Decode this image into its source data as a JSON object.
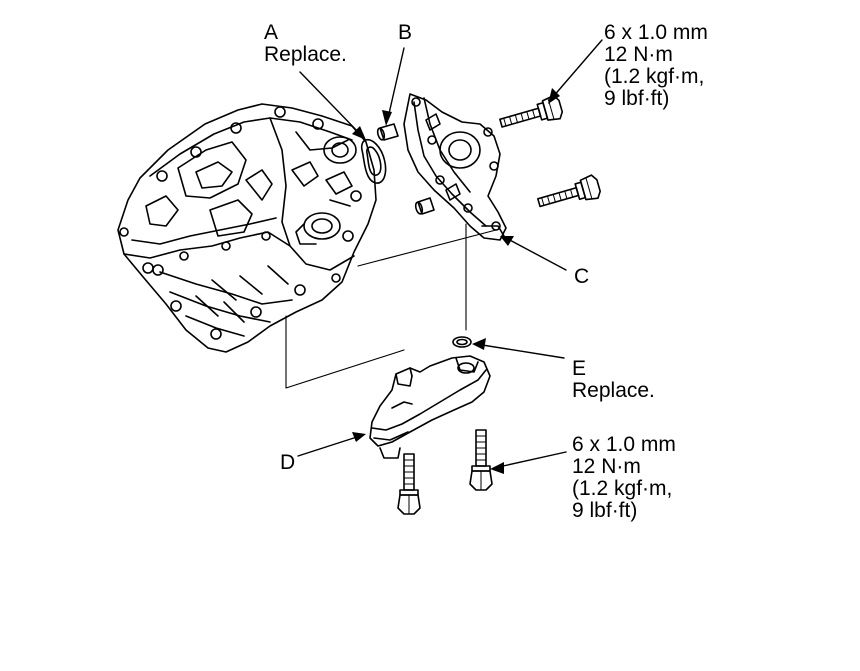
{
  "callouts": {
    "a": {
      "letter": "A",
      "note": "Replace."
    },
    "b": {
      "letter": "B"
    },
    "c": {
      "letter": "C"
    },
    "d": {
      "letter": "D"
    },
    "e": {
      "letter": "E",
      "note": "Replace."
    }
  },
  "torque_top": {
    "size": "6 x 1.0 mm",
    "nm": "12 N·m",
    "kgf": "(1.2 kgf·m,",
    "lbf": "9 lbf·ft)"
  },
  "torque_bottom": {
    "size": "6 x 1.0 mm",
    "nm": "12 N·m",
    "kgf": "(1.2 kgf·m,",
    "lbf": "9 lbf·ft)"
  },
  "colors": {
    "line": "#000000",
    "background": "#ffffff"
  }
}
